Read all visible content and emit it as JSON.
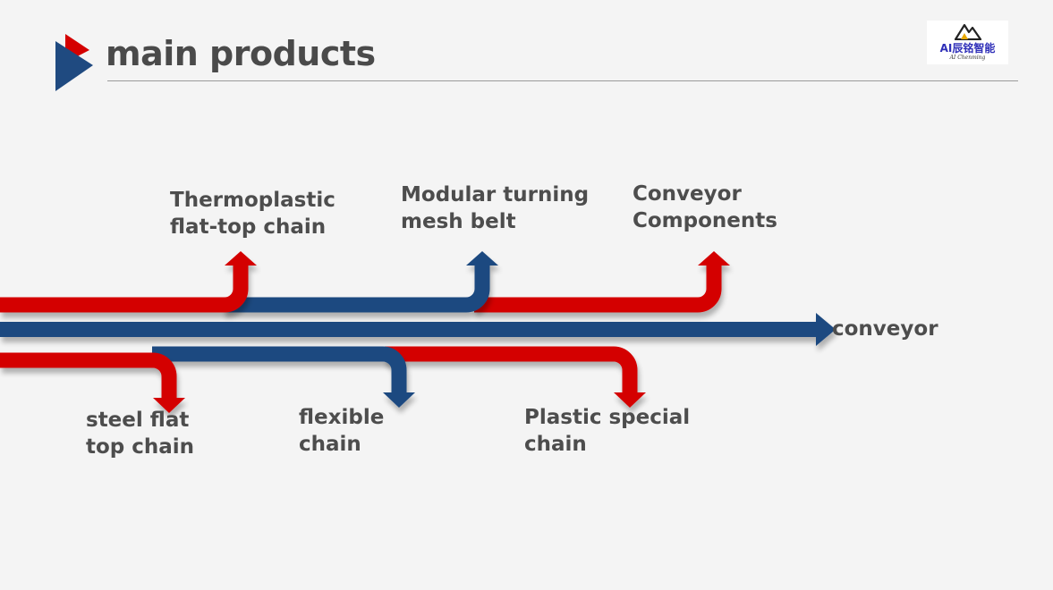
{
  "slide": {
    "title": "main products",
    "logo": {
      "name": "AI辰铭智能",
      "sub": "AI Chenming"
    }
  },
  "diagram": {
    "main_flow": {
      "label": "conveyor",
      "color": "#1f4a80"
    },
    "branches_up": [
      {
        "line1": "Thermoplastic",
        "line2": "flat-top chain",
        "color": "#d40000"
      },
      {
        "line1": "Modular turning",
        "line2": "mesh belt",
        "color": "#1f4a80"
      },
      {
        "line1": "Conveyor",
        "line2": "Components",
        "color": "#d40000"
      }
    ],
    "branches_down": [
      {
        "line1": "steel flat",
        "line2": "top chain",
        "color": "#d40000"
      },
      {
        "line1": "flexible",
        "line2": "chain",
        "color": "#1f4a80"
      },
      {
        "line1": "Plastic special",
        "line2": "chain",
        "color": "#d40000"
      }
    ]
  }
}
